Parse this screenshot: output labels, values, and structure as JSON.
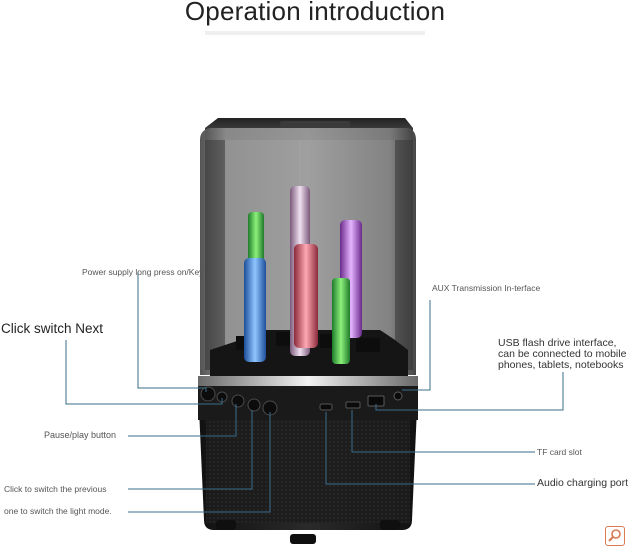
{
  "title": "Operation introduction",
  "labels": {
    "power": "Power supply long press on/Key",
    "click_next": "Click switch Next",
    "pause": "Pause/play button",
    "previous": "Click to switch the previous",
    "light_mode": "one to switch the light mode.",
    "aux": "AUX Transmission In-terface",
    "usb": "USB flash drive interface, can be connected to mobile phones, tablets, notebooks",
    "tf": "TF card slot",
    "audio_charging": "Audio charging port"
  },
  "colors": {
    "callout_line": "#3a6d8c",
    "speaker_body": "#1e1e1e",
    "badge": "#d97a55"
  },
  "icons": {
    "corner_badge": "magnifier-badge-icon"
  }
}
